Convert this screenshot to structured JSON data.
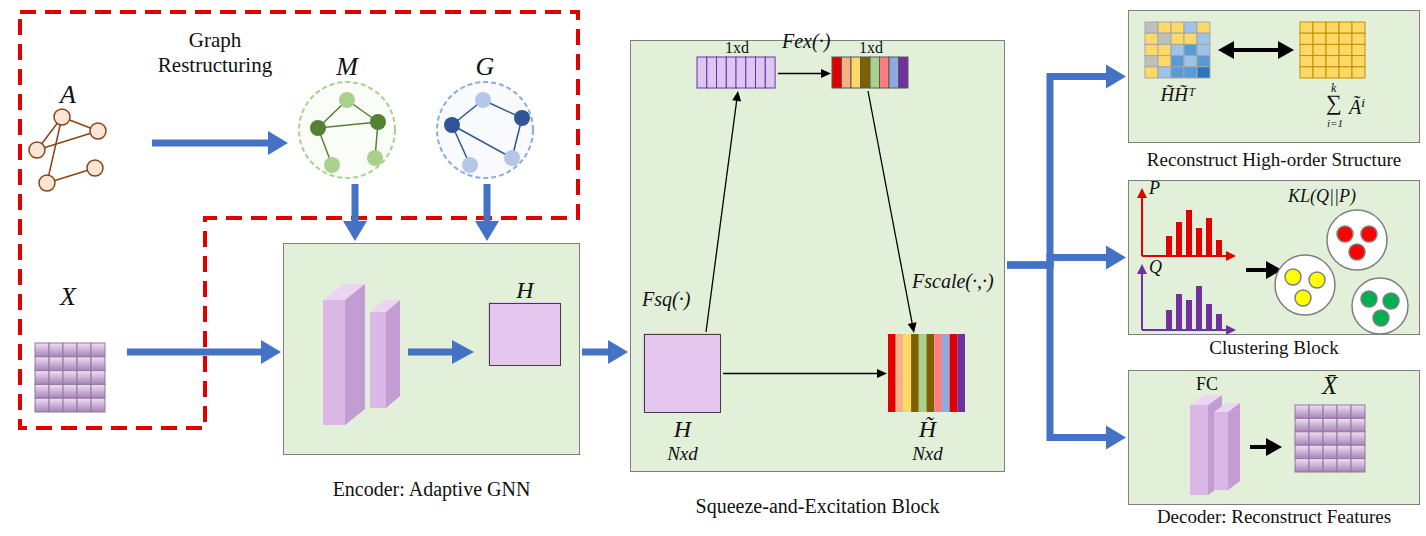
{
  "diagram": {
    "nodes": [
      {
        "text": [
          "A"
        ]
      },
      {
        "text": [
          "M"
        ]
      },
      {
        "text": [
          "G"
        ]
      },
      {
        "text": [
          "X"
        ]
      },
      {
        "text": [
          "Encoder: Adaptive GNN"
        ]
      },
      {
        "text": [
          "H"
        ],
        "in": 4
      },
      {
        "text": [
          "Squeeze-and-Excitation Block"
        ]
      },
      {
        "text": [
          "H",
          "Nxd"
        ],
        "in": 6
      },
      {
        "text": [
          "1xd"
        ],
        "in": 6
      },
      {
        "text": [
          "1xd"
        ],
        "in": 6
      },
      {
        "text": [
          "H̃",
          "Nxd"
        ],
        "in": 6
      },
      {
        "text": [
          "Reconstruct High-order Structure"
        ]
      },
      {
        "text": [
          "Clustering Block"
        ]
      },
      {
        "text": [
          "Decoder: Reconstruct Features"
        ]
      }
    ],
    "edges": [
      {
        "from": 0,
        "to": 1,
        "arrow": "to"
      },
      {
        "from": 1,
        "to": 4,
        "arrow": "to"
      },
      {
        "from": 2,
        "to": 4,
        "arrow": "to"
      },
      {
        "from": 3,
        "to": 4,
        "arrow": "to"
      },
      {
        "from": 4,
        "to": 6,
        "arrow": "to"
      },
      {
        "from": 7,
        "to": 8,
        "arrow": "to",
        "label": "Fsq(·)"
      },
      {
        "from": 8,
        "to": 9,
        "arrow": "to",
        "label": "Fex(·)"
      },
      {
        "from": 9,
        "to": 10,
        "arrow": "to",
        "label": "Fscale(·,·)"
      },
      {
        "from": 7,
        "to": 10,
        "arrow": "to"
      },
      {
        "from": 6,
        "to": 11,
        "arrow": "to"
      },
      {
        "from": 6,
        "to": 12,
        "arrow": "to"
      },
      {
        "from": 6,
        "to": 13,
        "arrow": "to"
      }
    ],
    "labels": [
      "Graph Restructuring",
      "H̃H̃ᵀ",
      "k",
      "∑",
      "i=1",
      "Ãⁱ",
      "P",
      "Q",
      "KL(Q||P)",
      "FC",
      "X̄"
    ]
  }
}
